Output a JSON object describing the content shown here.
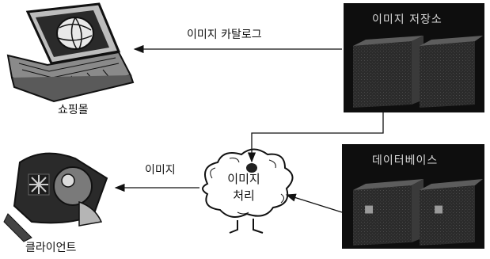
{
  "diagram": {
    "shop_label": "쇼핑몰",
    "client_label": "클라이언트",
    "edge_catalog": "이미지 카탈로그",
    "edge_image": "이미지",
    "process_line1": "이미지",
    "process_line2": "처리",
    "storage_title": "이미지 저장소",
    "database_title": "데이터베이스"
  }
}
